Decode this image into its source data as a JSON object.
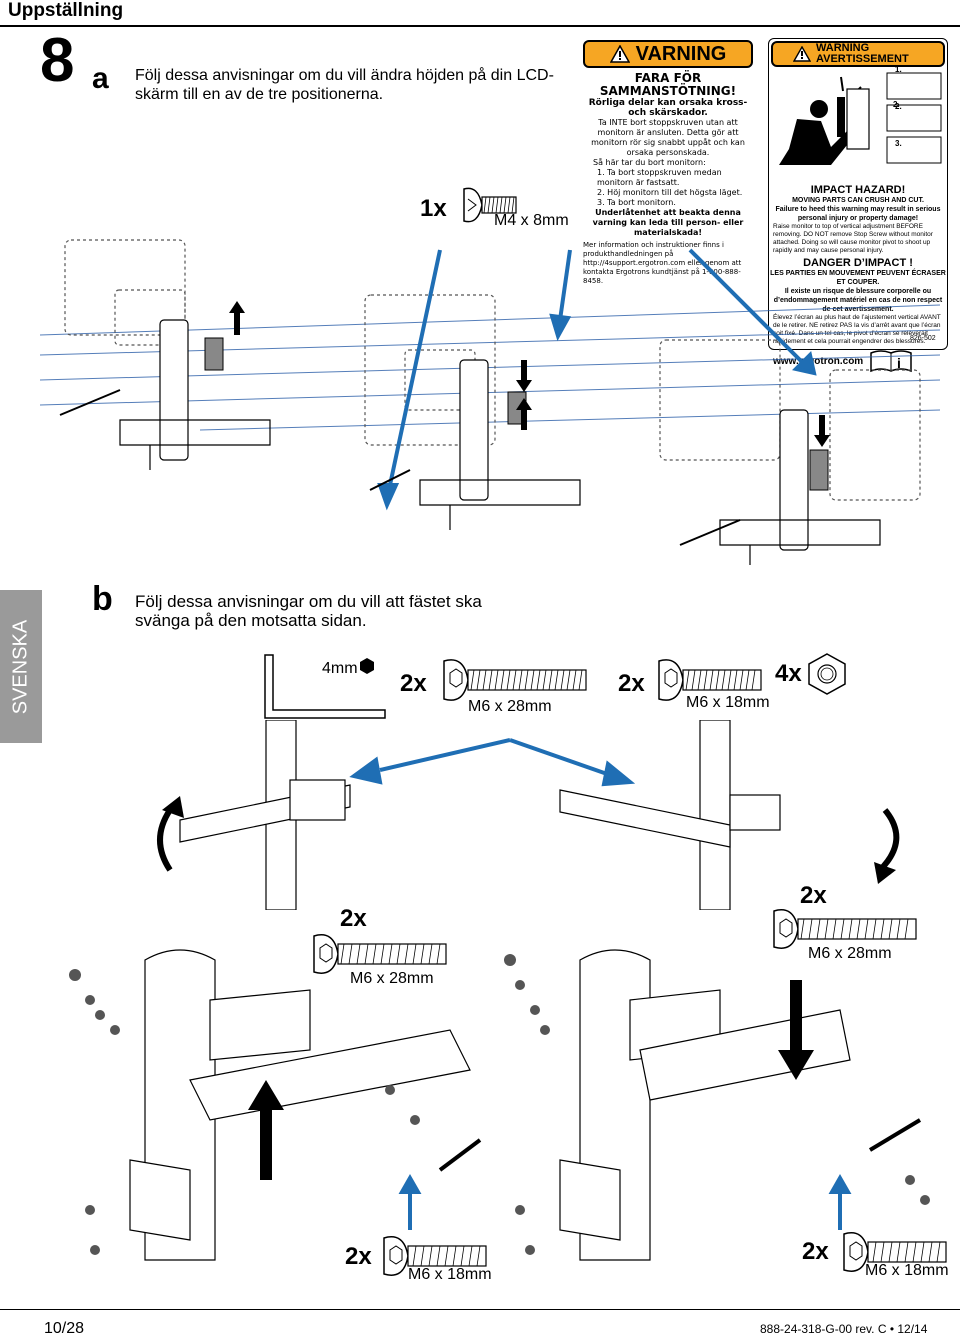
{
  "header": {
    "section_title": "Uppställning"
  },
  "step_a": {
    "number": "8",
    "letter": "a",
    "instruction": "Följ dessa anvisningar om du vill ändra höjden på din LCD-skärm till en av de tre positionerna.",
    "screw_qty": "1x",
    "screw_label": "M4 x 8mm"
  },
  "warning_sv": {
    "heading": "VARNING",
    "title": "FARA FÖR SAMMANSTÖTNING!",
    "subtitle": "Rörliga delar kan orsaka kross- och skärskador.",
    "body": "Ta INTE bort stoppskruven utan att monitorn är ansluten. Detta gör att monitorn rör sig snabbt uppåt och kan orsaka personskada.",
    "steps_heading": "Så här tar du bort monitorn:",
    "steps": [
      "1. Ta bort stoppskruven medan monitorn är fastsatt.",
      "2. Höj monitorn till det högsta läget.",
      "3. Ta bort monitorn."
    ],
    "caution": "Underlåtenhet att beakta denna varning kan leda till person- eller materialskada!",
    "info": "Mer information och instruktioner finns i produkthandledningen på http://4support.ergotron.com eller genom att kontakta Ergotrons kundtjänst på 1-800-888-8458."
  },
  "warning_label": {
    "heading_en": "WARNING",
    "heading_fr": "AVERTISSEMENT",
    "step_nums": [
      "1.",
      "2.",
      "3."
    ],
    "impact_title": "IMPACT HAZARD!",
    "impact_sub": "MOVING PARTS CAN CRUSH AND CUT.",
    "impact_note": "Failure to heed this warning may result in serious personal injury or property damage!",
    "impact_text": "Raise monitor to top of vertical adjustment BEFORE removing. DO NOT remove Stop Screw without monitor attached. Doing so will cause monitor pivot to shoot up rapidly and may cause personal injury.",
    "danger_title": "DANGER D’IMPACT !",
    "danger_sub": "LES PARTIES EN MOUVEMENT PEUVENT ÉCRASER ET COUPER.",
    "danger_note": "Il existe un risque de blessure corporelle ou d’endommagement matériel en cas de non respect de cet avertissement.",
    "danger_text": "Élevez l’écran au plus haut de l’ajustement vertical AVANT de le retirer. NE retirez PAS la vis d’arrêt avant que l’écran soit fixé. Dans un tel cas, le pivot d’écran se relèverait rapidement et cela pourrait engendrer des blessures.",
    "url": "www.ergotron.com",
    "code": "826-502"
  },
  "sidebar": {
    "language": "SVENSKA"
  },
  "step_b": {
    "letter": "b",
    "instruction": "Följ dessa anvisningar om du vill att fästet ska svänga på den motsatta sidan.",
    "wrench_label": "4mm",
    "parts": [
      {
        "qty": "2x",
        "label": "M6 x 28mm"
      },
      {
        "qty": "2x",
        "label": "M6 x 18mm"
      },
      {
        "qty": "4x",
        "label": ""
      }
    ],
    "left_top": {
      "qty": "2x",
      "label": "M6 x 28mm"
    },
    "left_bottom": {
      "qty": "2x",
      "label": "M6 x 18mm"
    },
    "right_top": {
      "qty": "2x",
      "label": "M6 x 28mm"
    },
    "right_bottom": {
      "qty": "2x",
      "label": "M6 x 18mm"
    }
  },
  "footer": {
    "page": "10/28",
    "doc": "888-24-318-G-00 rev. C • 12/14"
  },
  "colors": {
    "arrow_blue": "#1f6eb4",
    "warning_orange": "#f6a623",
    "sidebar_gray": "#9a9a9a"
  }
}
